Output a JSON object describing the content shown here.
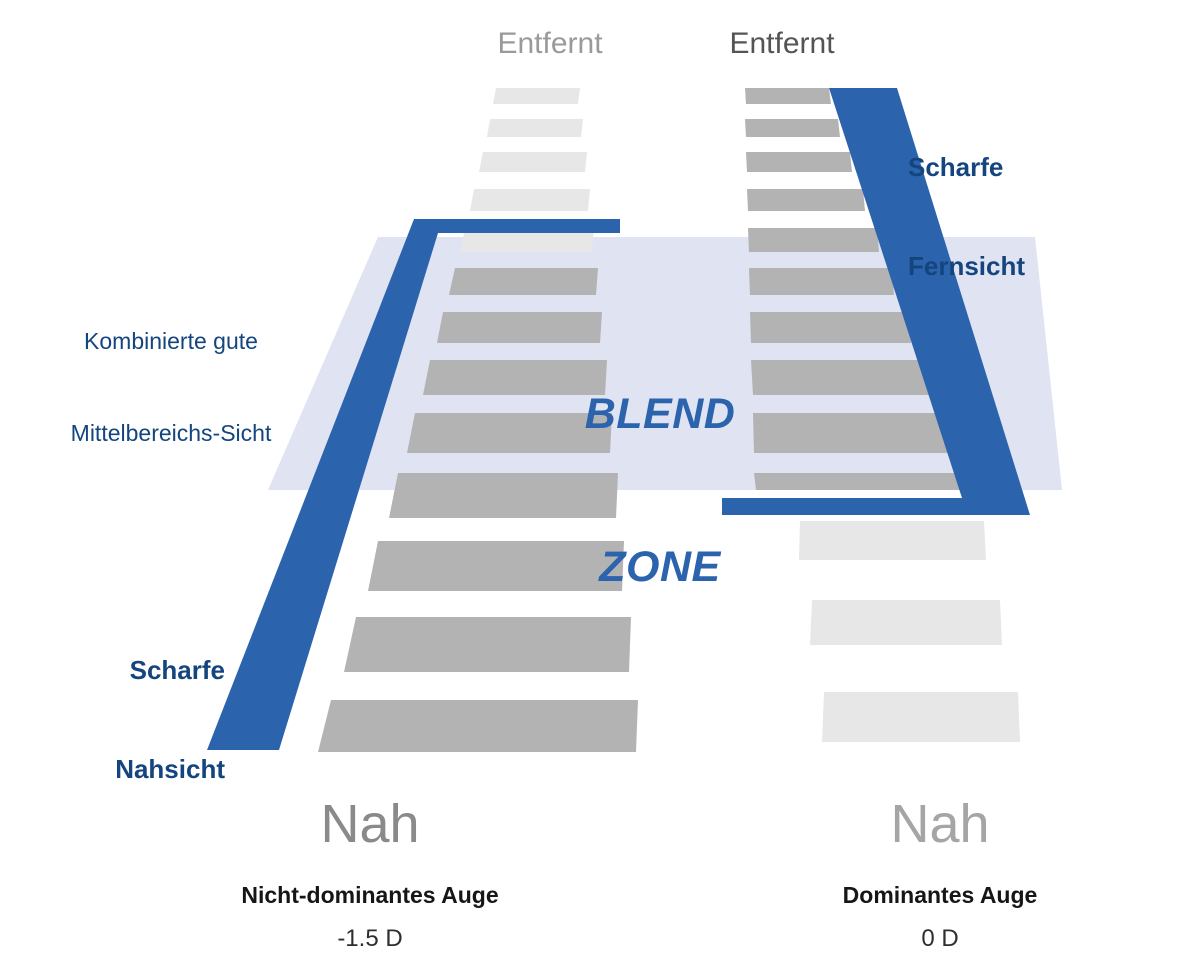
{
  "diagram": {
    "title_blend_zone_line1": "BLEND",
    "title_blend_zone_line2": "ZONE",
    "colors": {
      "accent_blue": "#2B63AD",
      "dark_navy": "#14457E",
      "blend_zone_fill": "#DFE3F2",
      "rung_dark": "#B3B3B3",
      "rung_light": "#E5E5E5",
      "text_gray_dark": "#545454",
      "text_gray_light": "#9A9A9A",
      "background": "#FFFFFF"
    },
    "left_column": {
      "top_label": "Entfernt",
      "bottom_label": "Nah",
      "eye_label": "Nicht-dominantes Auge",
      "diopter": "-1.5 D",
      "callout_line1": "Scharfe",
      "callout_line2": "Nahsicht"
    },
    "right_column": {
      "top_label": "Entfernt",
      "bottom_label": "Nah",
      "eye_label": "Dominantes Auge",
      "diopter": "0 D",
      "callout_line1": "Scharfe",
      "callout_line2": "Fernsicht"
    },
    "middle_callout": {
      "line1": "Kombinierte gute",
      "line2": "Mittelbereichs-Sicht"
    }
  },
  "chart_data": {
    "type": "diagram",
    "title": "BLEND ZONE",
    "description": "Two perspective ladders representing visual acuity ranges for a non-dominant and a dominant eye under monovision correction. Rung opacity encodes sharpness; a shaded parallelogram marks the overlapping blend zone.",
    "series": [
      {
        "name": "Nicht-dominantes Auge",
        "diopter": "-1.5 D",
        "range_top_label": "Entfernt",
        "range_bottom_label": "Nah",
        "sharp_region": "Nahsicht",
        "sharp_region_label": "Scharfe Nahsicht",
        "rungs": [
          {
            "index": 1,
            "position": "Entfernt",
            "sharpness": "low"
          },
          {
            "index": 2,
            "position": "Entfernt",
            "sharpness": "low"
          },
          {
            "index": 3,
            "position": "Entfernt",
            "sharpness": "low"
          },
          {
            "index": 4,
            "position": "Entfernt",
            "sharpness": "low"
          },
          {
            "index": 5,
            "position": "Entfernt",
            "sharpness": "low"
          },
          {
            "index": 6,
            "position": "Blend Zone",
            "sharpness": "high"
          },
          {
            "index": 7,
            "position": "Blend Zone",
            "sharpness": "high"
          },
          {
            "index": 8,
            "position": "Blend Zone",
            "sharpness": "high"
          },
          {
            "index": 9,
            "position": "Blend Zone",
            "sharpness": "high"
          },
          {
            "index": 10,
            "position": "Nah",
            "sharpness": "high"
          },
          {
            "index": 11,
            "position": "Nah",
            "sharpness": "high"
          },
          {
            "index": 12,
            "position": "Nah",
            "sharpness": "high"
          }
        ]
      },
      {
        "name": "Dominantes Auge",
        "diopter": "0 D",
        "range_top_label": "Entfernt",
        "range_bottom_label": "Nah",
        "sharp_region": "Fernsicht",
        "sharp_region_label": "Scharfe Fernsicht",
        "rungs": [
          {
            "index": 1,
            "position": "Entfernt",
            "sharpness": "high"
          },
          {
            "index": 2,
            "position": "Entfernt",
            "sharpness": "high"
          },
          {
            "index": 3,
            "position": "Entfernt",
            "sharpness": "high"
          },
          {
            "index": 4,
            "position": "Entfernt",
            "sharpness": "high"
          },
          {
            "index": 5,
            "position": "Entfernt",
            "sharpness": "high"
          },
          {
            "index": 6,
            "position": "Blend Zone",
            "sharpness": "high"
          },
          {
            "index": 7,
            "position": "Blend Zone",
            "sharpness": "high"
          },
          {
            "index": 8,
            "position": "Blend Zone",
            "sharpness": "high"
          },
          {
            "index": 9,
            "position": "Nah",
            "sharpness": "low"
          },
          {
            "index": 10,
            "position": "Nah",
            "sharpness": "low"
          },
          {
            "index": 11,
            "position": "Nah",
            "sharpness": "low"
          }
        ]
      }
    ],
    "annotations": [
      "Scharfe Fernsicht",
      "Scharfe Nahsicht",
      "Kombinierte gute Mittelbereichs-Sicht",
      "BLEND ZONE"
    ],
    "legend_position": "none",
    "grid": false
  }
}
